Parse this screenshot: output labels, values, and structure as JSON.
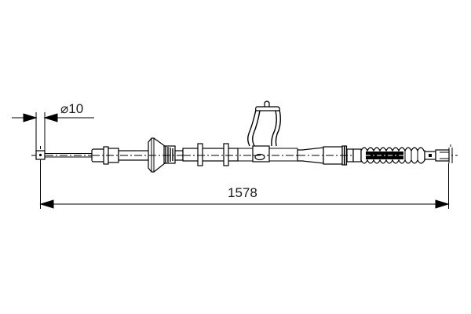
{
  "drawing": {
    "subject": "parking brake cable",
    "background": "#ffffff",
    "line_color": "#000000",
    "text_color": "#1a1a1a"
  },
  "dimensions": {
    "diameter": {
      "label": "⌀10",
      "symbol": "⌀",
      "value": "10"
    },
    "overall_length": {
      "label": "1578",
      "value": "1578"
    }
  },
  "components": [
    {
      "name": "end-nipple-left"
    },
    {
      "name": "inner-cable"
    },
    {
      "name": "adjuster-fitting"
    },
    {
      "name": "conical-grommet"
    },
    {
      "name": "sleeve-with-collars"
    },
    {
      "name": "mounting-bracket"
    },
    {
      "name": "tapered-sheath"
    },
    {
      "name": "bellows-boot"
    },
    {
      "name": "end-fitting-right"
    }
  ]
}
